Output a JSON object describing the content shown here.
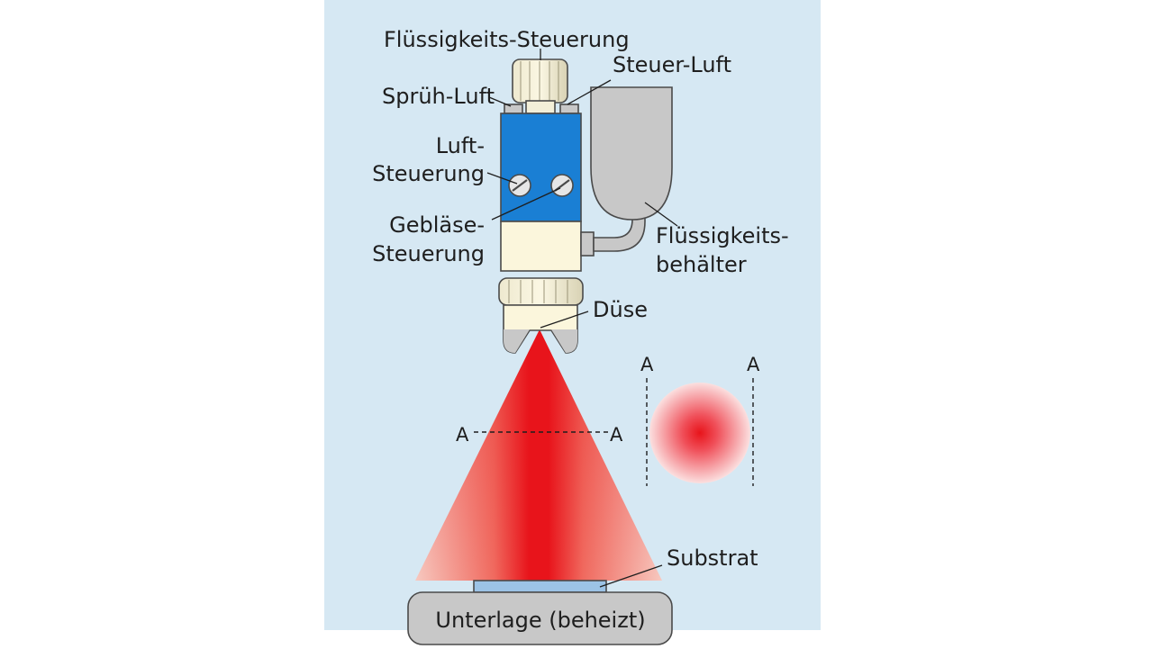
{
  "labels": {
    "fluid_control": "Flüssigkeits-Steuerung",
    "spray_air": "Sprüh-Luft",
    "control_air": "Steuer-Luft",
    "air_control_1": "Luft-",
    "air_control_2": "Steuerung",
    "blower_control_1": "Gebläse-",
    "blower_control_2": "Steuerung",
    "reservoir_1": "Flüssigkeits-",
    "reservoir_2": "behälter",
    "nozzle": "Düse",
    "section_marker": "A",
    "substrate": "Substrat",
    "base": "Unterlage (beheizt)"
  },
  "colors": {
    "background": "#d6e8f3",
    "body_blue": "#1a7fd4",
    "cream": "#fbf6dc",
    "gray": "#c8c8c8",
    "spray_red": "#e8141b",
    "substrate_blue": "#9cc3e6"
  }
}
